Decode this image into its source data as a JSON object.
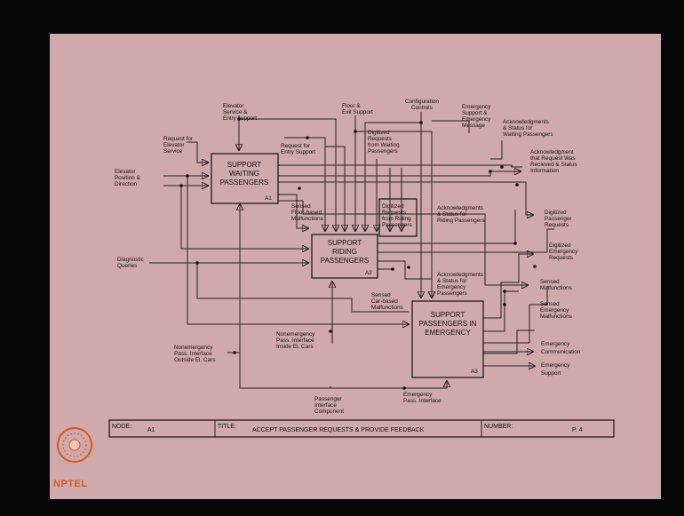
{
  "diagram": {
    "boxes": {
      "a1": {
        "lines": [
          "SUPPORT",
          "WAITING",
          "PASSENGERS"
        ],
        "node": "A1"
      },
      "a2": {
        "lines": [
          "SUPPORT",
          "RIDING",
          "PASSENGERS"
        ],
        "node": "A2"
      },
      "a3": {
        "lines": [
          "SUPPORT",
          "PASSENGERS IN",
          "EMERGENCY"
        ],
        "node": "A3"
      }
    },
    "controls": {
      "elevator_service": [
        "Elevator",
        "Service &",
        "Entry support"
      ],
      "floor_exit": [
        "Floor &",
        "Exit Support"
      ],
      "configuration": [
        "Configuration",
        "Controls"
      ],
      "emergency_support": [
        "Emergency",
        "Support &",
        "Emergency",
        "Message"
      ]
    },
    "inputs": {
      "request_elevator": [
        "Request for",
        "Elevator",
        "Service"
      ],
      "elevator_position": [
        "Elevator",
        "Position &",
        "Direction"
      ],
      "diagnostic": [
        "Diagnostic",
        "Queries"
      ]
    },
    "internal": {
      "request_entry": [
        "Request for",
        "Entry Support"
      ],
      "digitized_waiting": [
        "Digitized",
        "Requests",
        "from Waiting",
        "Passengers"
      ],
      "sensed_floor": [
        "Sensed",
        "Floor-based",
        "Malfunctions"
      ],
      "digitized_riding": [
        "Digitized",
        "Requests",
        "from Riding",
        "Passengers"
      ],
      "ack_riding": [
        "Acknowledgments",
        "& Status for",
        "Riding Passengers"
      ],
      "sensed_car": [
        "Sensed",
        "Car-based",
        "Malfunctions"
      ],
      "ack_emergency": [
        "Acknowledgments",
        "& Status for",
        "Emergency",
        "Passengers"
      ]
    },
    "outputs": {
      "ack_waiting": [
        "Acknowledgments",
        "& Status for",
        "Waiting Passengers"
      ],
      "ack_request": [
        "Acknowledgment",
        "that Request Was",
        "Recieved & Status",
        "Information"
      ],
      "digitized_passenger": [
        "Digitized",
        "Passenger",
        "Requests"
      ],
      "digitized_emergency": [
        "Digitized",
        "Emergency",
        "Requests"
      ],
      "sensed_malfunctions": [
        "Sensed",
        "Malfunctions"
      ],
      "sensed_emergency": [
        "Sensed",
        "Emergency",
        "Malfunctions"
      ],
      "emergency_communication": [
        "Emergency",
        "Communication"
      ],
      "emergency_support_out": [
        "Emergency",
        "Support"
      ]
    },
    "mechanisms": {
      "nonemergency_outside": [
        "Nonemergency",
        "Pass. Interface",
        "Outside El. Cars"
      ],
      "nonemergency_inside": [
        "Nonemergency",
        "Pass. Interface",
        "Inside El. Cars"
      ],
      "passenger_interface": [
        "Passenger",
        "Interface",
        "Component"
      ],
      "emergency_interface": [
        "Emergency",
        "Pass. Interface"
      ]
    }
  },
  "title_block": {
    "node_label": "NODE:",
    "node_value": "A1",
    "title_label": "TITLE:",
    "title_value": "ACCEPT PASSENGER REQUESTS & PROVIDE FEEDBACK",
    "number_label": "NUMBER:",
    "number_value": "P. 4"
  },
  "logo": {
    "text": "NPTEL"
  },
  "colors": {
    "slide_bg": "#cfa9ac",
    "frame": "#050505",
    "logo": "#d65a1d"
  }
}
